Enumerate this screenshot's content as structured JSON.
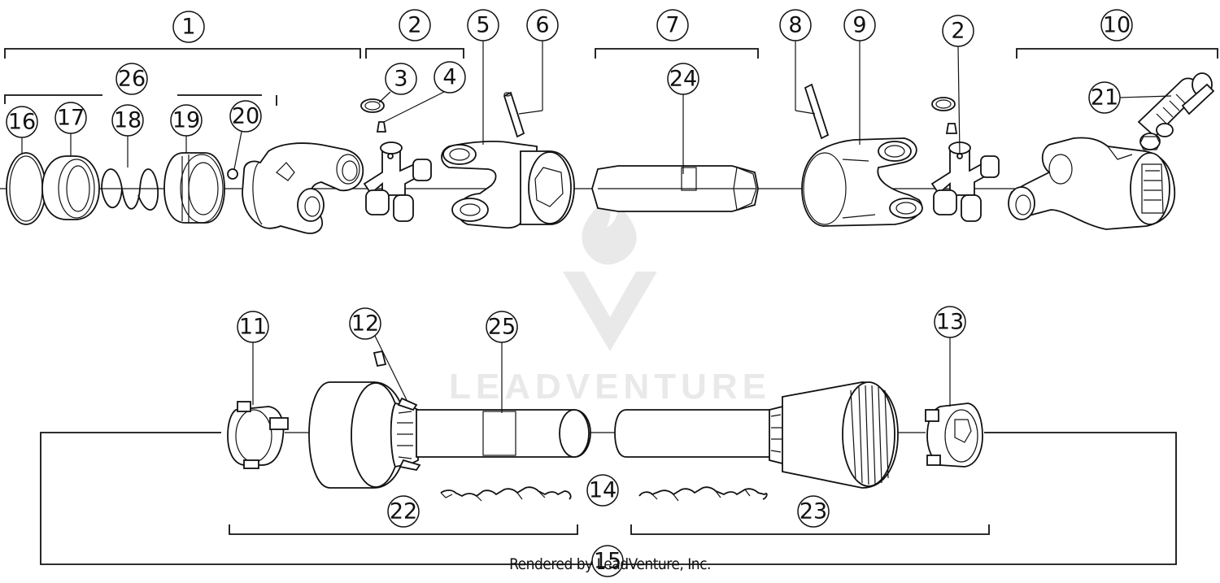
{
  "diagram": {
    "callouts": [
      "1",
      "2",
      "3",
      "4",
      "5",
      "6",
      "7",
      "8",
      "9",
      "2",
      "10",
      "26",
      "16",
      "17",
      "18",
      "19",
      "20",
      "24",
      "21",
      "11",
      "12",
      "25",
      "13",
      "14",
      "22",
      "23",
      "15"
    ]
  },
  "watermark": {
    "brand": "LEADVENTURE"
  },
  "footer": {
    "credit": "Rendered by LeadVenture, Inc."
  }
}
